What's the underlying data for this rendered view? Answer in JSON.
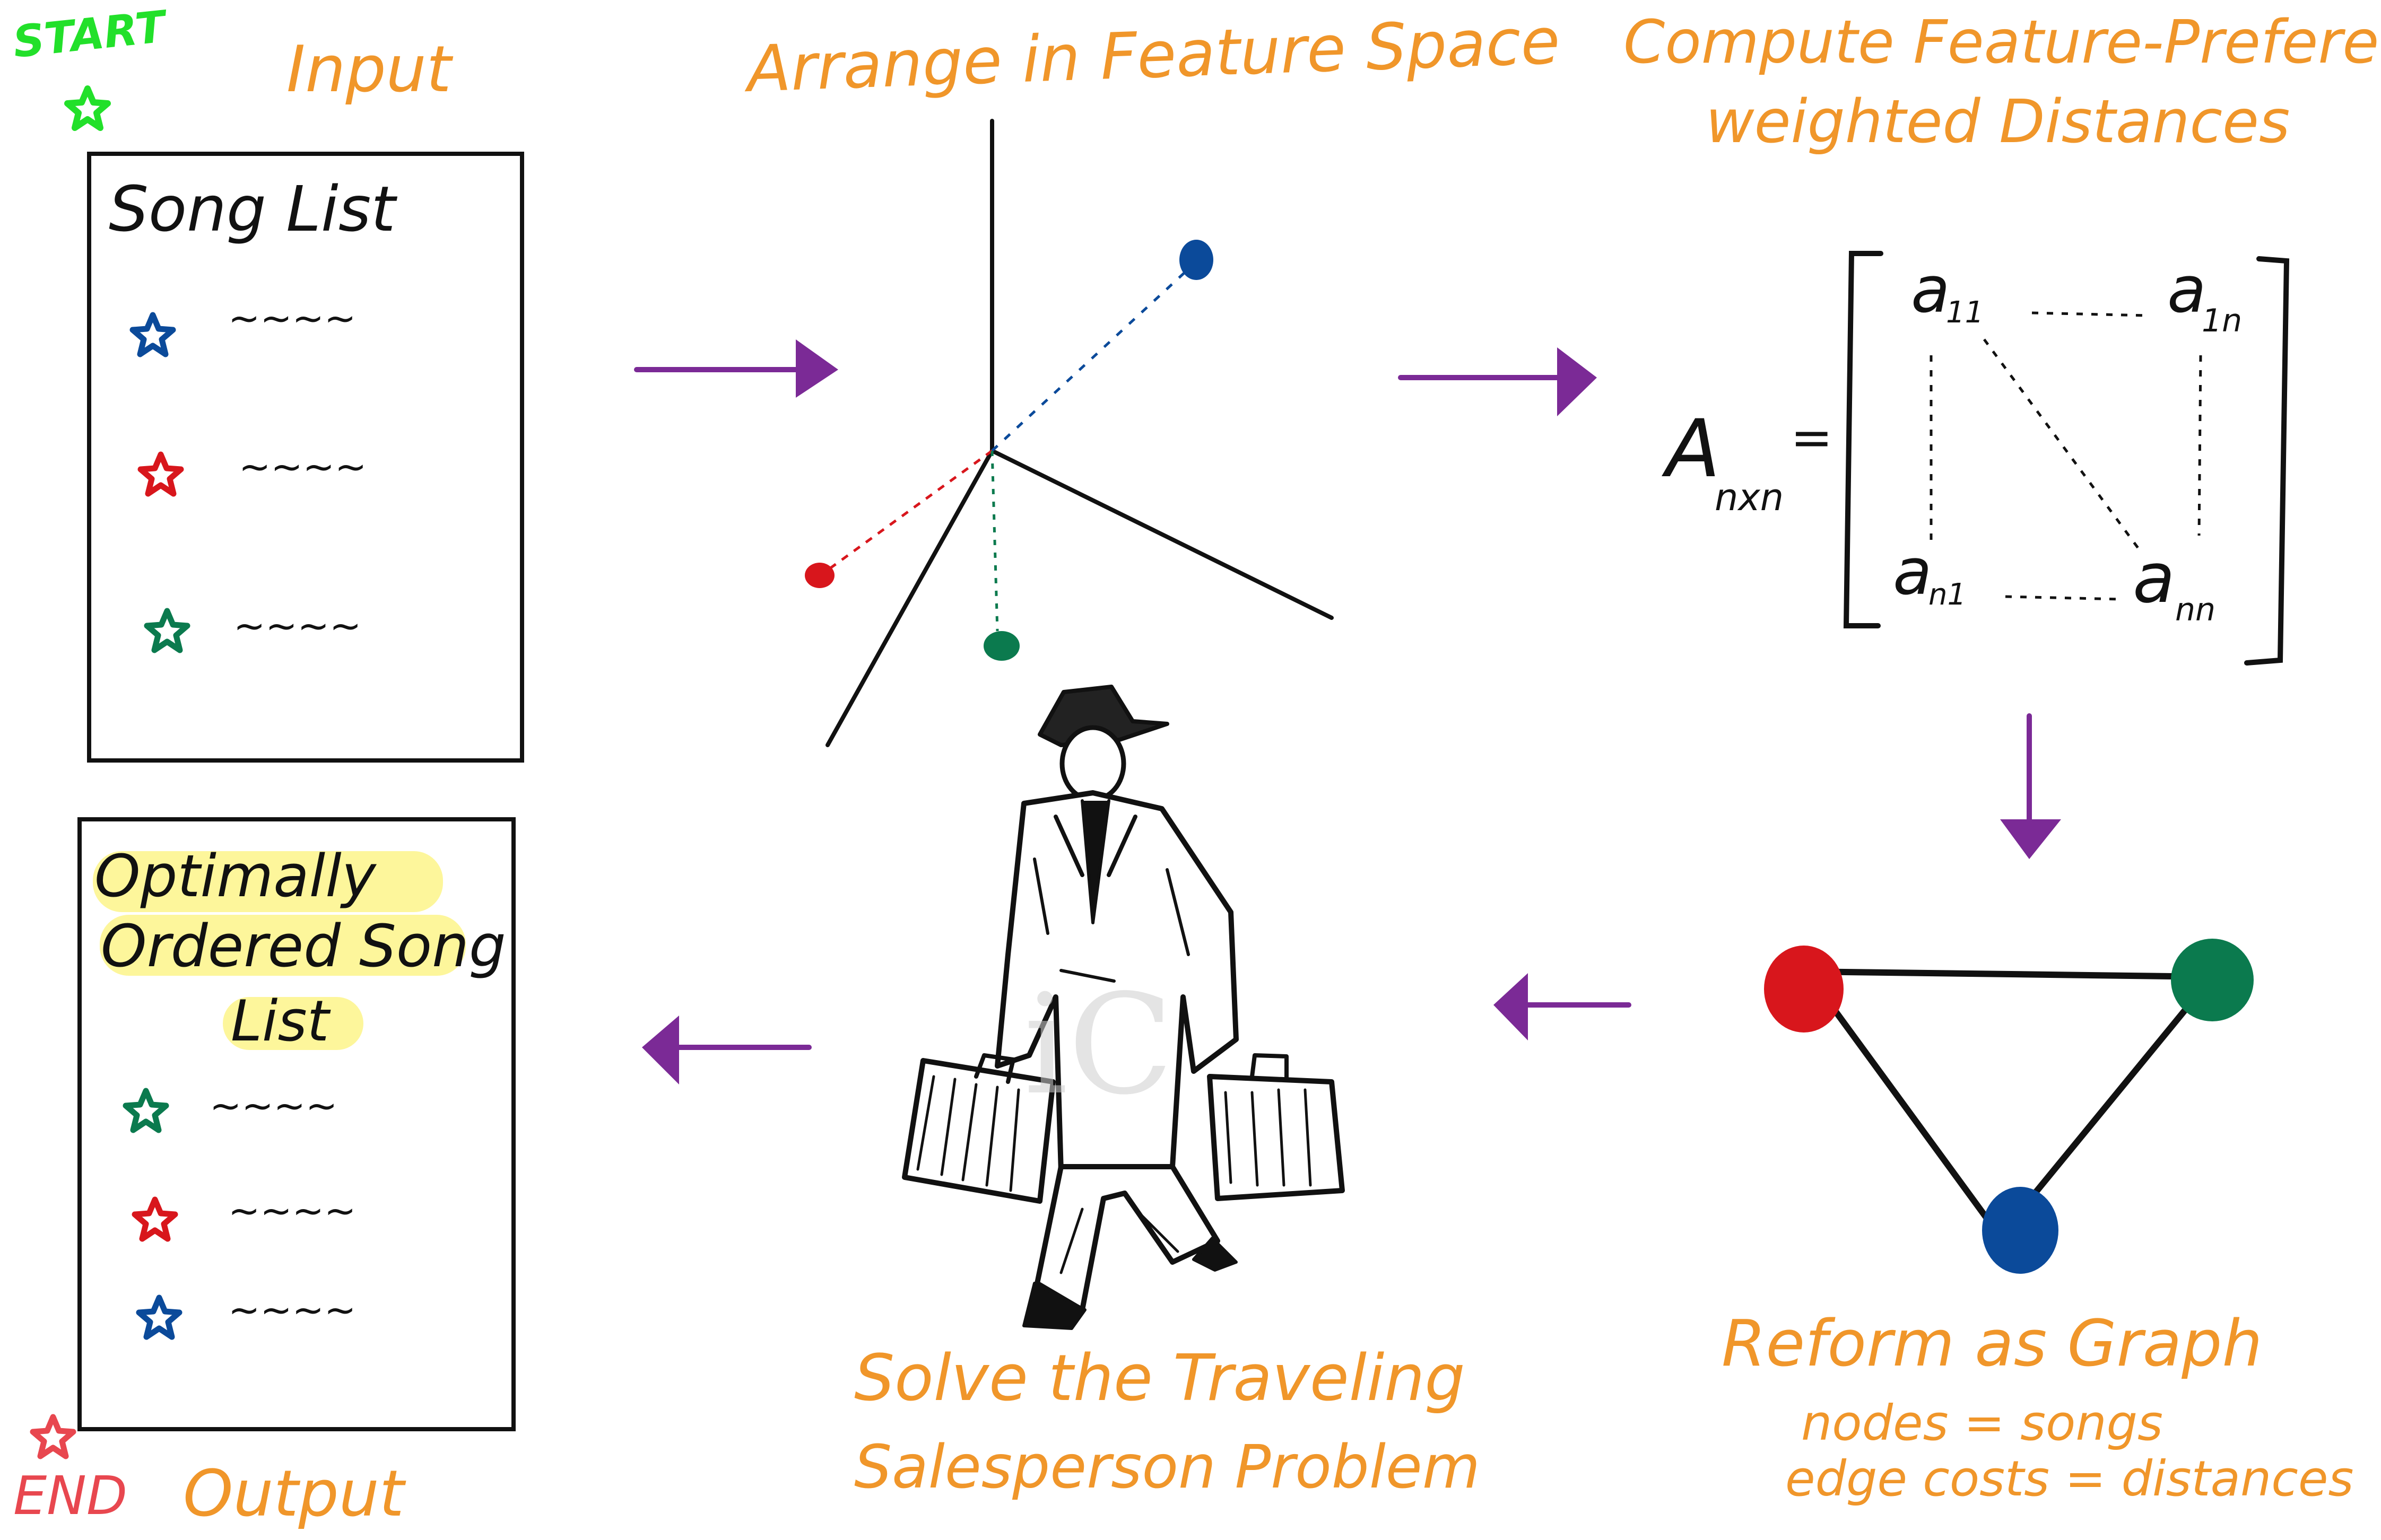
{
  "colors": {
    "orange": "#f0962a",
    "purple": "#7b2a96",
    "blue": "#0b4a9a",
    "red": "#d8161c",
    "green": "#0b7a4e",
    "start_green": "#22e02a",
    "end_red": "#e8474f",
    "highlight": "#fdf48a"
  },
  "start": {
    "label": "START",
    "icon": "star-icon"
  },
  "end": {
    "label": "END",
    "icon": "star-icon"
  },
  "input": {
    "title": "Input",
    "card_title": "Song List",
    "songs": [
      {
        "color": "blue",
        "icon": "star-icon",
        "text": "~~~~"
      },
      {
        "color": "red",
        "icon": "star-icon",
        "text": "~~~~"
      },
      {
        "color": "green",
        "icon": "star-icon",
        "text": "~~~~"
      }
    ]
  },
  "feature_space": {
    "title": "Arrange in Feature Space"
  },
  "distances": {
    "title_line1": "Compute Feature-Preference",
    "title_line2": "weighted Distances",
    "matrix": {
      "name": "A",
      "subscript": "nxn",
      "equals": "=",
      "a11": "a",
      "a11_sub": "11",
      "a1n": "a",
      "a1n_sub": "1n",
      "an1": "a",
      "an1_sub": "n1",
      "ann": "a",
      "ann_sub": "nn"
    }
  },
  "graph": {
    "title": "Reform as Graph",
    "line2": "nodes = songs",
    "line3": "edge costs = distances"
  },
  "tsp": {
    "line1": "Solve the Traveling",
    "line2": "Salesperson Problem",
    "watermark": "iC",
    "illustration_icon": "traveling-salesman-illustration"
  },
  "output": {
    "title": "Output",
    "card_line1": "Optimally",
    "card_line2": "Ordered Song",
    "card_line3": "List",
    "songs": [
      {
        "color": "green",
        "icon": "star-icon",
        "text": "~~~~"
      },
      {
        "color": "red",
        "icon": "star-icon",
        "text": "~~~~"
      },
      {
        "color": "blue",
        "icon": "star-icon",
        "text": "~~~~"
      }
    ]
  }
}
